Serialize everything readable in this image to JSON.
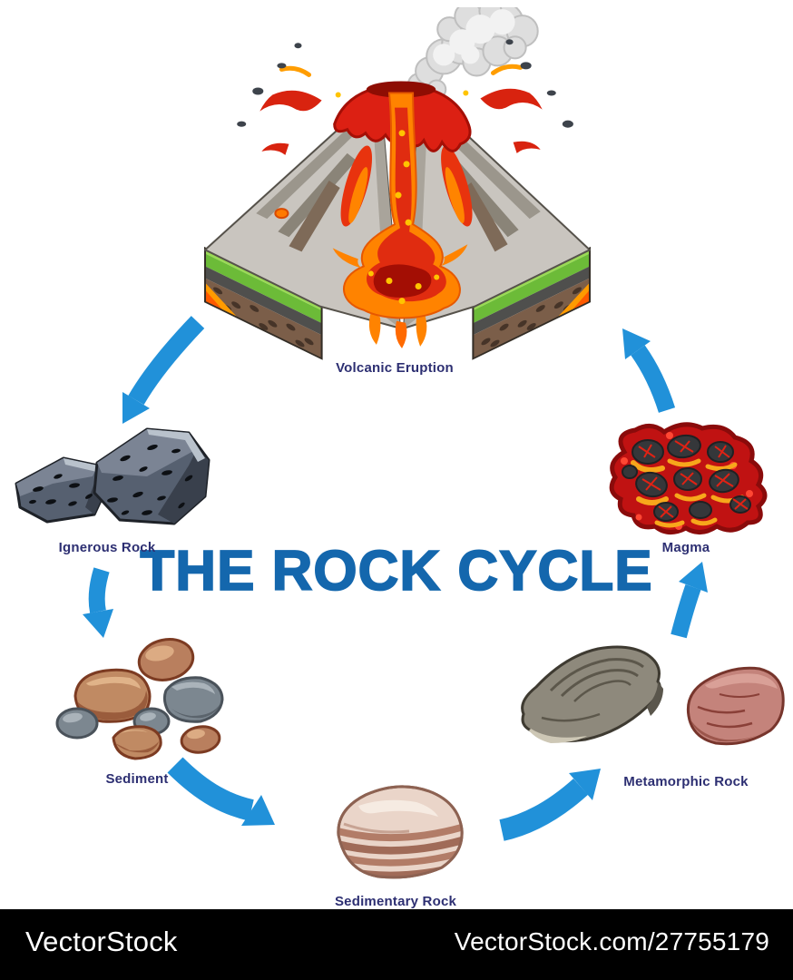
{
  "title": "THE ROCK CYCLE",
  "stages": [
    {
      "id": "volcanic-eruption",
      "label": "Volcanic Eruption"
    },
    {
      "id": "igneous-rock",
      "label": "Ignerous Rock"
    },
    {
      "id": "sediment",
      "label": "Sediment"
    },
    {
      "id": "sedimentary-rock",
      "label": "Sedimentary Rock"
    },
    {
      "id": "metamorphic-rock",
      "label": "Metamorphic Rock"
    },
    {
      "id": "magma",
      "label": "Magma"
    }
  ],
  "flow": [
    {
      "from": "Volcanic Eruption",
      "to": "Ignerous Rock"
    },
    {
      "from": "Ignerous Rock",
      "to": "Sediment"
    },
    {
      "from": "Sediment",
      "to": "Sedimentary Rock"
    },
    {
      "from": "Sedimentary Rock",
      "to": "Metamorphic Rock"
    },
    {
      "from": "Metamorphic Rock",
      "to": "Magma"
    },
    {
      "from": "Magma",
      "to": "Volcanic Eruption"
    }
  ],
  "watermark": {
    "logo_text": "VectorStock",
    "credit_text": "VectorStock.com/27755179"
  },
  "colors": {
    "page_bg": "#ffffff",
    "title_blue": "#1467ad",
    "label_navy": "#2d2f72",
    "arrow_blue": "#2191d9",
    "footer_bg": "#000000",
    "footer_text": "#ffffff"
  }
}
